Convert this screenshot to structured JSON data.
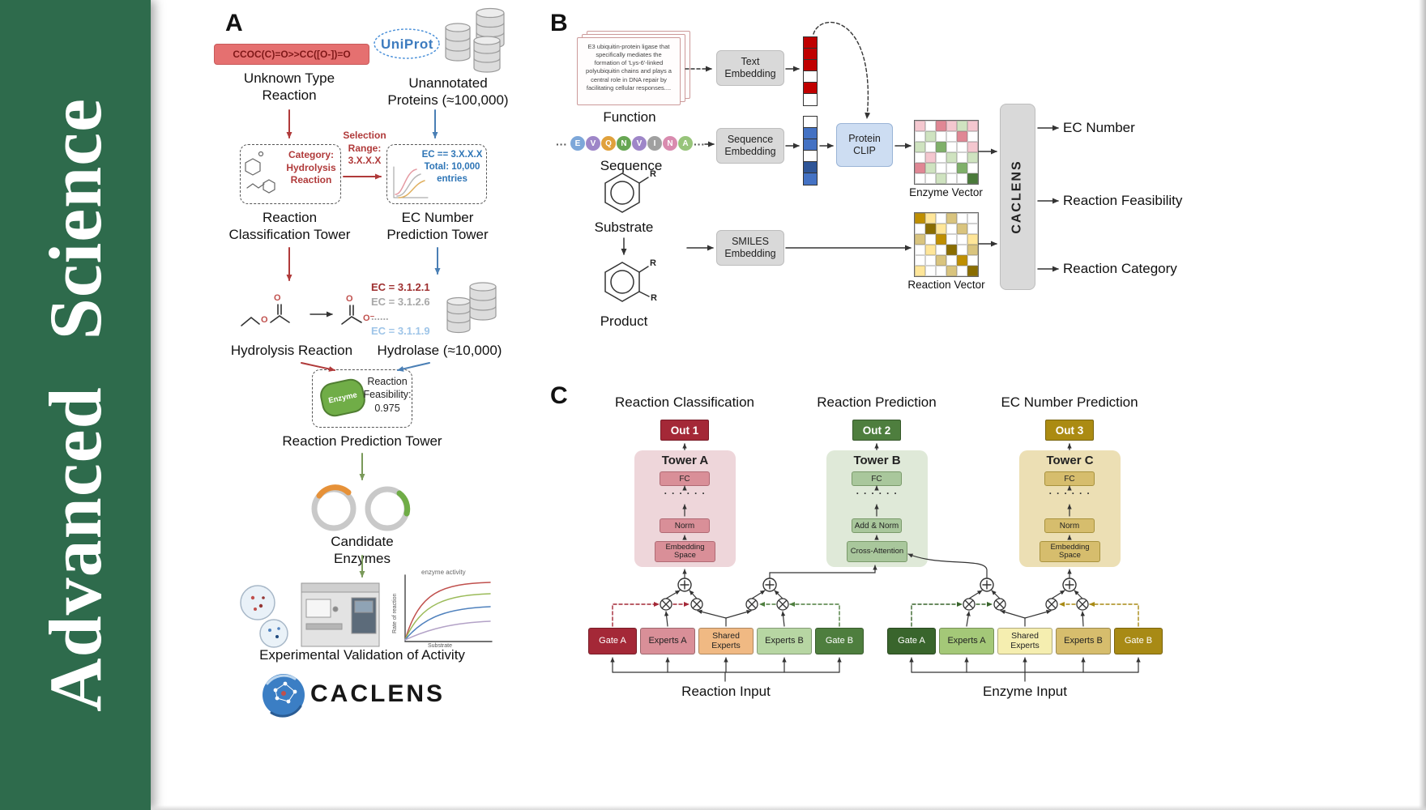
{
  "colors": {
    "sidebar_green": "#2e6b4c",
    "reaction_red": "#b03a3a",
    "protein_blue": "#4a7fb5",
    "enzyme_green": "#70ad47",
    "uniprot_blue": "#3e7cbf",
    "out1_red": "#a42837",
    "out2_green": "#4e7e3e",
    "out3_gold": "#ab8b12"
  },
  "journal": {
    "title": "Advanced  Science"
  },
  "panelA": {
    "label": "A",
    "smiles": "CCOC(C)=O>>CC([O-])=O",
    "unknown_type": "Unknown Type Reaction",
    "uniprot": "UniProt",
    "unannotated": "Unannotated Proteins (≈100,000)",
    "selection_range": "Selection Range: 3.X.X.X",
    "category": "Category: Hydrolysis Reaction",
    "ec_filter": "EC == 3.X.X.X Total: 10,000 entries",
    "classification_tower": "Reaction Classification Tower",
    "ec_tower": "EC Number Prediction Tower",
    "ec_list": [
      "EC = 3.1.2.1",
      "EC = 3.1.2.6",
      "......",
      "EC = 3.1.1.9"
    ],
    "hydrolysis": "Hydrolysis Reaction",
    "hydrolase": "Hydrolase (≈10,000)",
    "atoms": {
      "o": "O",
      "ominus": "O⁻"
    },
    "enzyme": "Enzyme",
    "feasibility": "Reaction Feasibility: 0.975",
    "prediction_tower": "Reaction Prediction Tower",
    "candidates": "Candidate Enzymes",
    "graph": {
      "legend": "enzyme activity",
      "ylabel": "Rate of reaction",
      "xlabel": "Substrate"
    },
    "validation": "Experimental Validation of Activity",
    "brand": "CACLENS"
  },
  "panelB": {
    "label": "B",
    "function_text": "E3 ubiquitin-protein ligase that specifically mediates the formation of 'Lys-6'-linked polyubiquitin chains and plays a central role in DNA repair by facilitating cellular responses....",
    "function_label": "Function",
    "text_embedding": "Text Embedding",
    "ellipsis": "···",
    "sequence": [
      {
        "letter": "E",
        "color": "#7da7d9"
      },
      {
        "letter": "V",
        "color": "#9e86c8"
      },
      {
        "letter": "Q",
        "color": "#e0a13c"
      },
      {
        "letter": "N",
        "color": "#67a653"
      },
      {
        "letter": "V",
        "color": "#9e86c8"
      },
      {
        "letter": "I",
        "color": "#a0a0a0"
      },
      {
        "letter": "N",
        "color": "#d98baf"
      },
      {
        "letter": "A",
        "color": "#97c47a"
      }
    ],
    "sequence_label": "Sequence",
    "sequence_embedding": "Sequence Embedding",
    "protein_clip": "Protein CLIP",
    "text_vector": {
      "palette": {
        "r": "#c00000",
        "w": "#ffffff"
      },
      "cells": [
        "r",
        "r",
        "r",
        "w",
        "r",
        "w"
      ]
    },
    "seq_vector": {
      "palette": {
        "b": "#4472c4",
        "d": "#2f5597",
        "w": "#ffffff"
      },
      "cells": [
        "w",
        "b",
        "b",
        "w",
        "d",
        "b"
      ]
    },
    "enzyme_vector": {
      "palette": {
        "w": "#ffffff",
        "P": "#f4c7cf",
        "R": "#e08794",
        "g": "#cfe3c0",
        "G": "#7fb069",
        "D": "#4a7a3a"
      },
      "rows": [
        "PwRPgP",
        "wgwwRw",
        "gwGwwP",
        "wPwgwg",
        "RgwwGw",
        "wwgwwD"
      ]
    },
    "reaction_vector": {
      "palette": {
        "w": "#ffffff",
        "y": "#ffe699",
        "t": "#d9c47e",
        "G": "#bf8f00",
        "D": "#8a6d00"
      },
      "rows": [
        "Gywtww",
        "wDywtw",
        "twGwwy",
        "wywDwt",
        "wwtwGw",
        "ywwtwD"
      ]
    },
    "enzyme_vector_label": "Enzyme Vector",
    "substrate": "Substrate",
    "product": "Product",
    "r_label": "R",
    "smiles_embedding": "SMILES Embedding",
    "reaction_vector_label": "Reaction Vector",
    "caclens": "CACLENS",
    "outputs": [
      "EC Number",
      "Reaction Feasibility",
      "Reaction Category"
    ]
  },
  "panelC": {
    "label": "C",
    "towers": [
      {
        "title": "Reaction Classification",
        "out": "Out 1",
        "tower": "Tower A",
        "fc": "FC",
        "dots": "· · · · · ·",
        "norm": "Norm",
        "bottom": "Embedding Space"
      },
      {
        "title": "Reaction Prediction",
        "out": "Out 2",
        "tower": "Tower B",
        "fc": "FC",
        "dots": "· · · · · ·",
        "norm": "Add & Norm",
        "bottom": "Cross-Attention"
      },
      {
        "title": "EC Number Prediction",
        "out": "Out 3",
        "tower": "Tower C",
        "fc": "FC",
        "dots": "· · · · · ·",
        "norm": "Norm",
        "bottom": "Embedding Space"
      }
    ],
    "left_experts": [
      "Gate A",
      "Experts A",
      "Shared Experts",
      "Experts B",
      "Gate B"
    ],
    "right_experts": [
      "Gate A",
      "Experts A",
      "Shared Experts",
      "Experts B",
      "Gate B"
    ],
    "reaction_input": "Reaction Input",
    "enzyme_input": "Enzyme Input"
  }
}
